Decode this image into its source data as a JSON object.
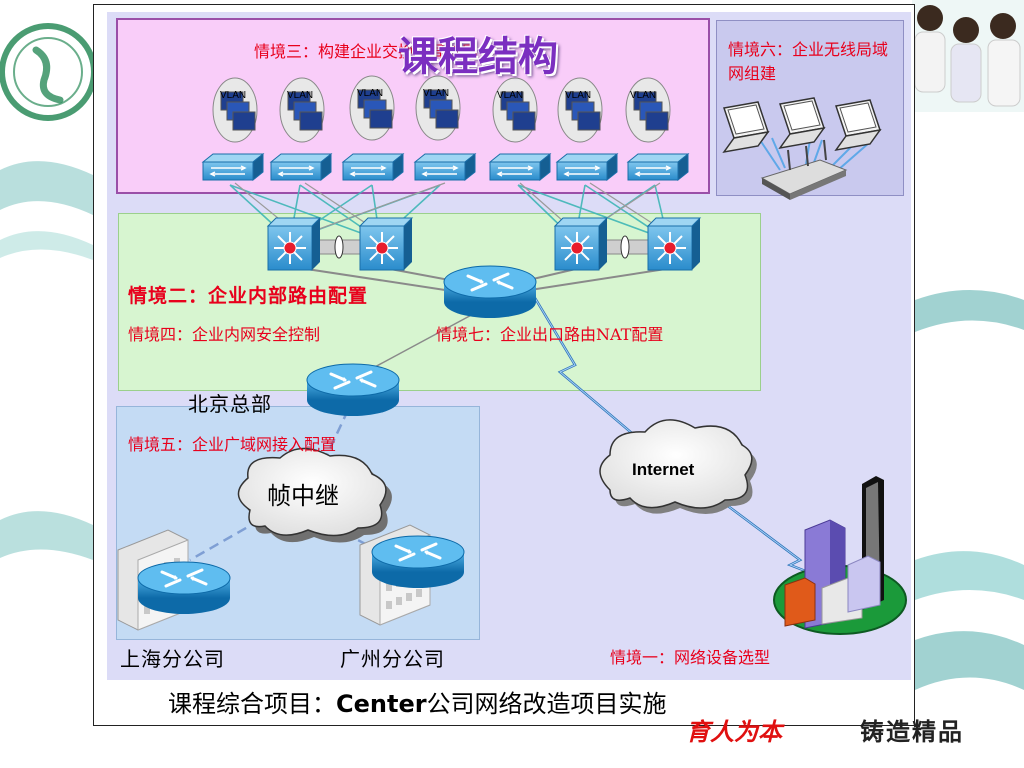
{
  "slide": {
    "title": "课程结构",
    "footer": {
      "prefix": "课程综合项目：",
      "bold": "Center",
      "suffix": "公司网络改造项目实施"
    },
    "slogan_left": "育人为本",
    "slogan_right": "铸造精品"
  },
  "scenarios": {
    "s1": "情境一：网络设备选型",
    "s2": "情境二：企业内部路由配置",
    "s3": "情境三：构建企业交换式局域网",
    "s4": "情境四：企业内网安全控制",
    "s5": "情境五：企业广域网接入配置",
    "s6": "情境六：企业无线局域网组建",
    "s7": "情境七：企业出口路由NAT配置"
  },
  "sites": {
    "hq": "北京总部",
    "shanghai": "上海分公司",
    "guangzhou": "广州分公司"
  },
  "clouds": {
    "internet": "Internet",
    "frame_relay": "帧中继"
  },
  "vlan_label": "VLAN",
  "colors": {
    "scenario_text": "#e8001c",
    "title": "#7b2fc0",
    "pink_zone": "#f9cdf9",
    "green_zone": "#d7f5d0",
    "blue_zone": "#c4dbf4",
    "device_blue": "#1a7fc0"
  }
}
